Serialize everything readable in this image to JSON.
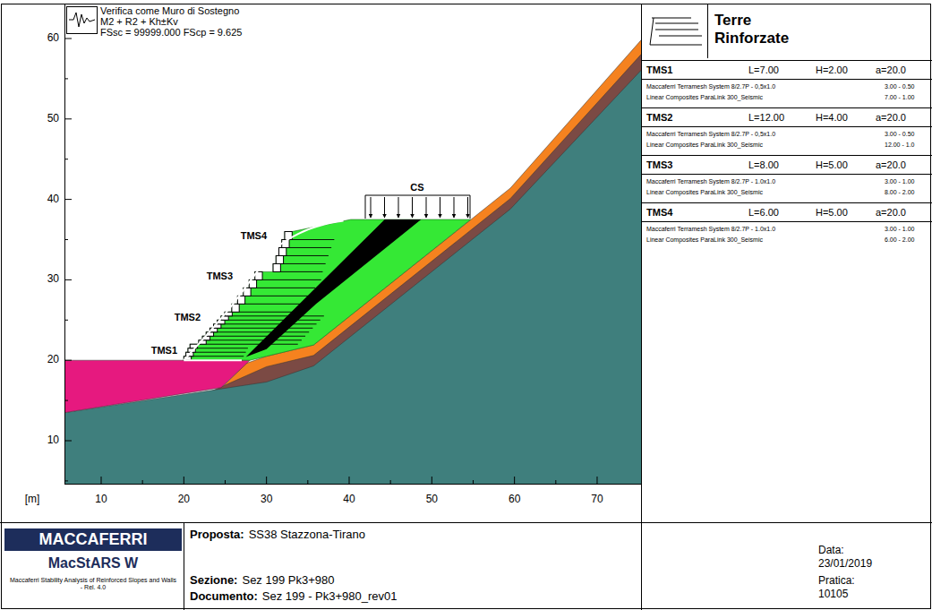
{
  "diagram": {
    "nodes": [
      {
        "text": [
          "Verifica come Muro di Sostegno",
          "M2 + R2 + Kh±Kv",
          "FSsc = 99999.000 FScp = 9.625"
        ]
      },
      {
        "text": [
          "Terre Rinforzate"
        ]
      },
      {
        "text": [
          "TMS1",
          "L=7.00",
          "H=2.00",
          "a=20.0",
          "Maccaferri Terramesh System 8/2.7P - 0,5x1.0",
          "3.00 - 0.50",
          "Linear Composites ParaLink 300_Seismic",
          "7.00 - 1.00"
        ],
        "in": 1
      },
      {
        "text": [
          "TMS2",
          "L=12.00",
          "H=4.00",
          "a=20.0",
          "Maccaferri Terramesh System 8/2.7P - 0,5x1.0",
          "3.00 - 0.50",
          "Linear Composites ParaLink 300_Seismic",
          "12.00 - 1.0"
        ],
        "in": 1
      },
      {
        "text": [
          "TMS3",
          "L=8.00",
          "H=5.00",
          "a=20.0",
          "Maccaferri Terramesh System 8/2.7P - 1.0x1.0",
          "3.00 - 1.00",
          "Linear Composites ParaLink 300_Seismic",
          "8.00 - 2.00"
        ],
        "in": 1
      },
      {
        "text": [
          "TMS4",
          "L=6.00",
          "H=5.00",
          "a=20.0",
          "Maccaferri Terramesh System 8/2.7P - 1.0x1.0",
          "3.00 - 1.00",
          "Linear Composites ParaLink 300_Seismic",
          "6.00 - 2.00"
        ],
        "in": 1
      },
      {
        "text": [
          "MACCAFERRI",
          "MacStARS W",
          "Maccaferri Stability Analysis of Reinforced Slopes and Walls - Rel. 4.0"
        ]
      },
      {
        "text": [
          "Proposta:",
          "SS38 Stazzona-Tirano",
          "Sezione:",
          "Sez 199 Pk3+980",
          "Documento:",
          "Sez 199 - Pk3+980_rev01"
        ]
      },
      {
        "text": [
          "Data:",
          "23/01/2019",
          "Pratica:",
          "10105"
        ]
      }
    ],
    "labels": [
      "60",
      "50",
      "40",
      "30",
      "20",
      "10",
      "CS",
      "TMS4",
      "TMS3",
      "TMS2",
      "TMS1",
      "[m]",
      "10",
      "20",
      "30",
      "40",
      "50",
      "60",
      "70"
    ]
  }
}
